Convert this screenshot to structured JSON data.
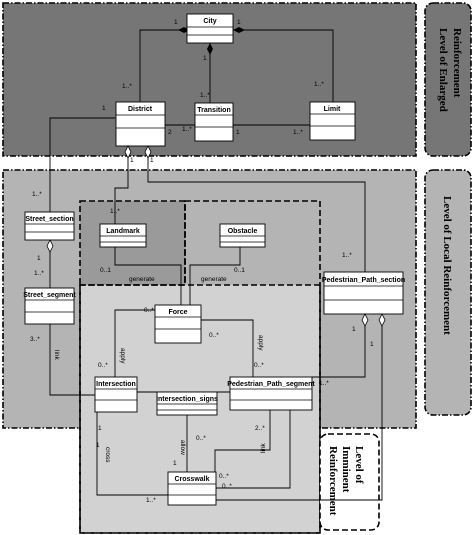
{
  "diagram": {
    "levels": {
      "enlarged": "Level of Enlarged Reinforcement",
      "enlarged_lines": [
        "Level of Enlarged",
        "Reinforcement"
      ],
      "local": "Level of Local Reinforcement",
      "imminent": "Level of Imminent Reinforcement",
      "imminent_lines": [
        "Level of",
        "Imminent",
        "Reinforcement"
      ]
    },
    "classes": {
      "city": "City",
      "district": "District",
      "transition": "Transition",
      "limit": "Limit",
      "street_section": "Street_section",
      "street_segment": "Street_segment",
      "landmark": "Landmark",
      "obstacle": "Obstacle",
      "pedestrian_path_section": "Pedestrian_Path_section",
      "force": "Force",
      "intersection": "Intersection",
      "intersection_signs": "Intersection_signs",
      "pedestrian_path_segment": "Pedestrian_Path_segment",
      "crosswalk": "Crosswalk"
    },
    "associations": {
      "generate": "generate",
      "apply": "apply",
      "link": "link",
      "cross": "cross",
      "allow": "allow"
    },
    "multiplicities": {
      "one": "1",
      "many": "1..*",
      "zero_many": "0..*",
      "zero_one": "0..1",
      "two": "2",
      "two_many": "2..*",
      "three_many": "3..*"
    },
    "colors": {
      "enlarged_fill": "#767676",
      "local_fill": "#b4b4b4",
      "imminent_fill": "#d2d2d2",
      "landmark_fill": "#9a9a9a",
      "class_fill": "#ffffff"
    }
  }
}
